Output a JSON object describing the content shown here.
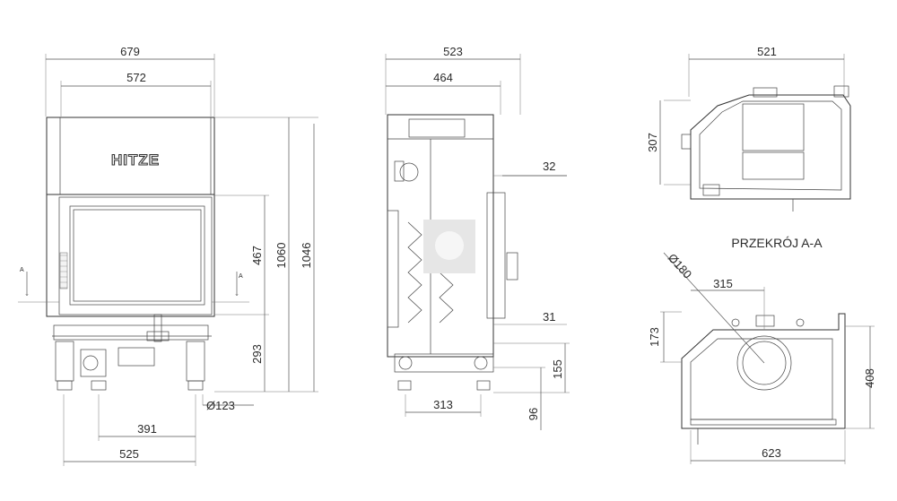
{
  "front_view": {
    "dims": {
      "overall_width": "679",
      "inner_width": "572",
      "door_height": "467",
      "total_height": "1060",
      "height_1046": "1046",
      "base_height": "293",
      "diameter": "Ø123",
      "leg_spacing": "391",
      "leg_outer": "525"
    },
    "brand": "HITZE",
    "section_mark_left": "A",
    "section_mark_right": "A"
  },
  "side_view": {
    "dims": {
      "overall_depth": "523",
      "inner_depth": "464",
      "top_offset": "32",
      "bottom_offset": "31",
      "base_depth": "313",
      "outlet_height": "155",
      "outlet_bottom": "96"
    }
  },
  "top_view": {
    "dims": {
      "width": "521",
      "height": "307"
    }
  },
  "section_view": {
    "title": "PRZEKRÓJ A-A",
    "dims": {
      "diameter": "Ø180",
      "center_x": "315",
      "center_y": "173",
      "depth": "408",
      "width": "623"
    }
  }
}
